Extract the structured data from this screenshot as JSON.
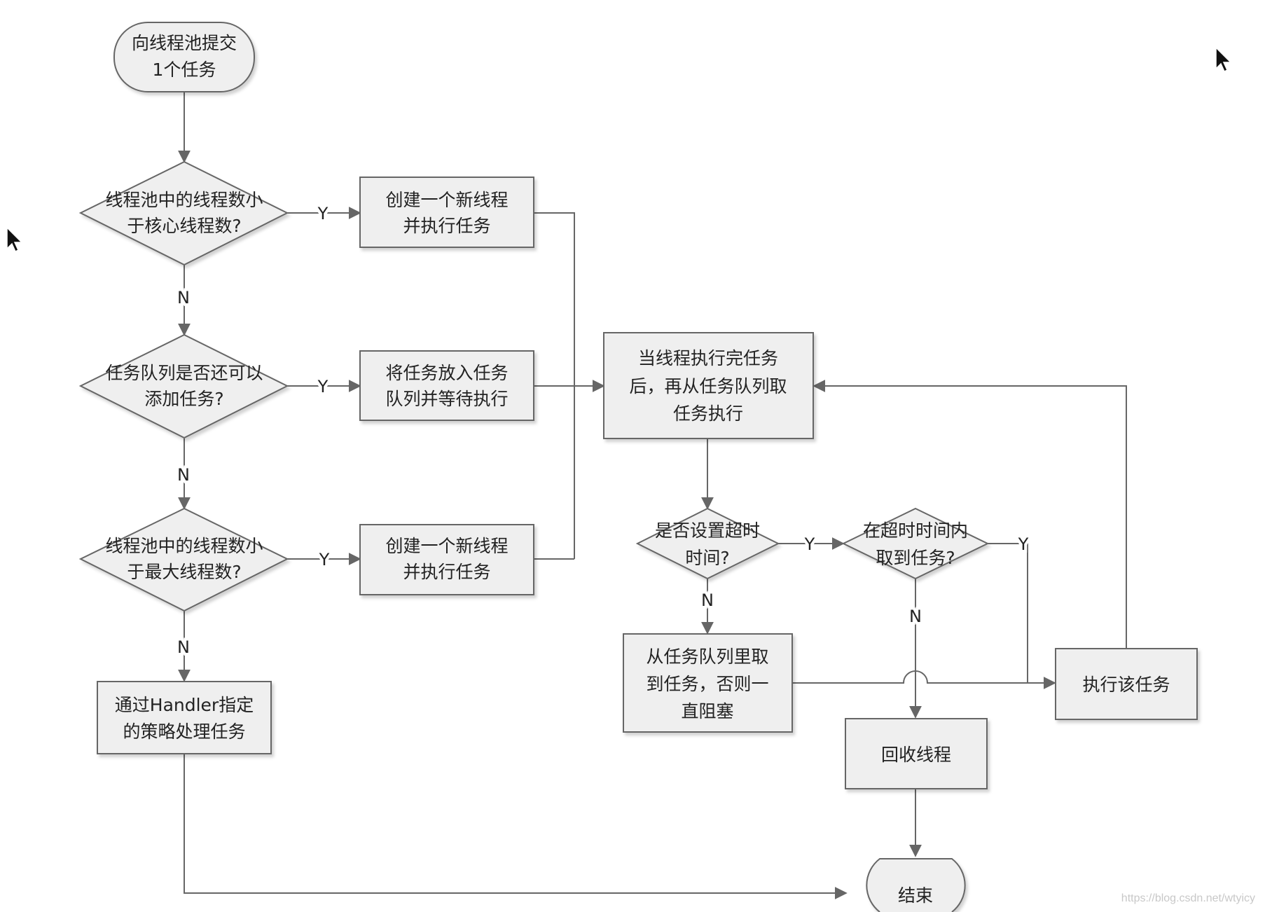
{
  "diagram": {
    "start": {
      "line1": "向线程池提交",
      "line2": "1个任务"
    },
    "d1": {
      "line1": "线程池中的线程数小",
      "line2": "于核心线程数?"
    },
    "d2": {
      "line1": "任务队列是否还可以",
      "line2": "添加任务?"
    },
    "d3": {
      "line1": "线程池中的线程数小",
      "line2": "于最大线程数?"
    },
    "p1": {
      "line1": "创建一个新线程",
      "line2": "并执行任务"
    },
    "p2": {
      "line1": "将任务放入任务",
      "line2": "队列并等待执行"
    },
    "p3": {
      "line1": "创建一个新线程",
      "line2": "并执行任务"
    },
    "handler": {
      "line1": "通过Handler指定",
      "line2": "的策略处理任务"
    },
    "after": {
      "line1": "当线程执行完任务",
      "line2": "后，再从任务队列取",
      "line3": "任务执行"
    },
    "d4": {
      "line1": "是否设置超时",
      "line2": "时间?"
    },
    "d5": {
      "line1": "在超时时间内",
      "line2": "取到任务?"
    },
    "block": {
      "line1": "从任务队列里取",
      "line2": "到任务，否则一",
      "line3": "直阻塞"
    },
    "exec": {
      "label": "执行该任务"
    },
    "recycle": {
      "label": "回收线程"
    },
    "end": {
      "label": "结束"
    },
    "y_label": "Y",
    "n_label": "N"
  },
  "colors": {
    "fill": "#efefef",
    "stroke": "#666666",
    "text": "#222222"
  },
  "watermark": "https://blog.csdn.net/wtyicy"
}
